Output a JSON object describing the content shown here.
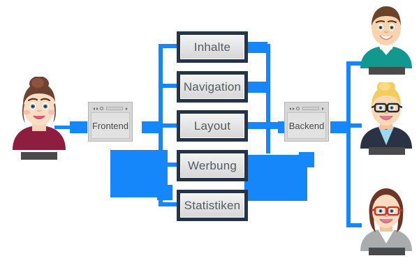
{
  "diagram": {
    "title": "Frontend Backend Module Architecture",
    "accent_color": "#1587fb",
    "box_border_color": "#23344a",
    "namebar_color": "#4a4a4a"
  },
  "modules": [
    {
      "label": "Inhalte"
    },
    {
      "label": "Navigation"
    },
    {
      "label": "Layout"
    },
    {
      "label": "Werbung"
    },
    {
      "label": "Statistiken"
    }
  ],
  "windows": [
    {
      "label": "Frontend"
    },
    {
      "label": "Backend"
    }
  ],
  "actors": [
    {
      "name": "frontend-user-woman-brown-hair",
      "namebar": ""
    },
    {
      "name": "backend-user-man-teal-sweater",
      "namebar": ""
    },
    {
      "name": "backend-user-woman-blonde-glasses",
      "namebar": ""
    },
    {
      "name": "backend-user-woman-red-glasses",
      "namebar": ""
    }
  ]
}
